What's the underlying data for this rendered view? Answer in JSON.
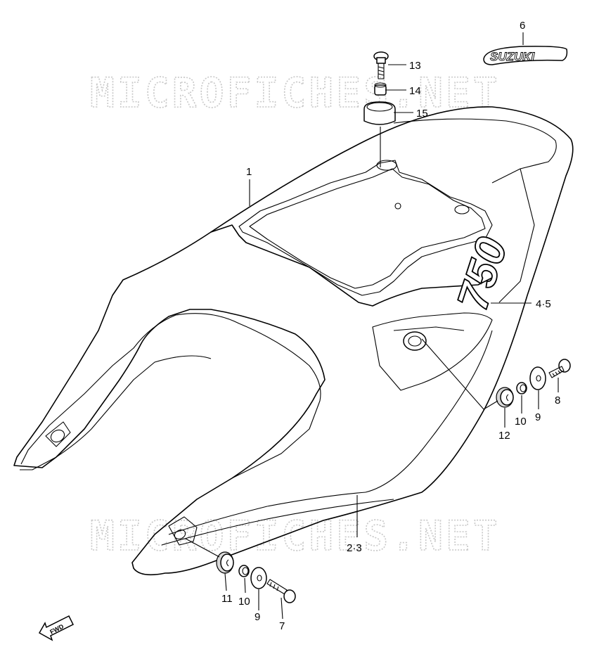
{
  "watermark": {
    "top": "MICROFICHES.NET",
    "bottom": "MICROFICHES.NET"
  },
  "emblem_text": "SUZUKI",
  "cowl_badge_text": "750",
  "fwd_label": "FWD",
  "callouts": {
    "c1": "1",
    "c23": "2·3",
    "c45": "4·5",
    "c6": "6",
    "c7": "7",
    "c8": "8",
    "c9a": "9",
    "c9b": "9",
    "c10a": "10",
    "c10b": "10",
    "c11": "11",
    "c12": "12",
    "c13": "13",
    "c14": "14",
    "c15": "15"
  }
}
